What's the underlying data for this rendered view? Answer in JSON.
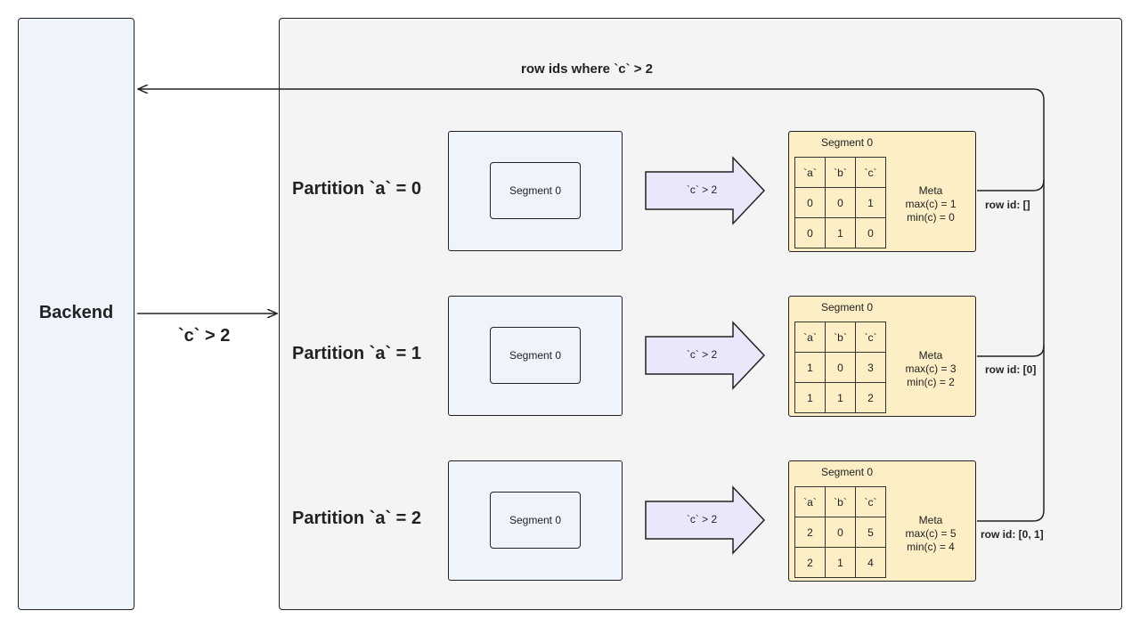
{
  "backend": {
    "label": "Backend"
  },
  "request": {
    "label": "`c` > 2"
  },
  "response": {
    "label": "row ids where `c` > 2"
  },
  "partitions": [
    {
      "label": "Partition `a` = 0",
      "segment_label": "Segment 0",
      "filter_label": "`c` > 2",
      "segment_title": "Segment 0",
      "table": {
        "headers": [
          "`a`",
          "`b`",
          "`c`"
        ],
        "rows": [
          [
            "0",
            "0",
            "1"
          ],
          [
            "0",
            "1",
            "0"
          ]
        ]
      },
      "meta": {
        "title": "Meta",
        "max": "max(c) = 1",
        "min": "min(c) = 0"
      },
      "row_ids": "row id: []"
    },
    {
      "label": "Partition `a` = 1",
      "segment_label": "Segment 0",
      "filter_label": "`c` > 2",
      "segment_title": "Segment 0",
      "table": {
        "headers": [
          "`a`",
          "`b`",
          "`c`"
        ],
        "rows": [
          [
            "1",
            "0",
            "3"
          ],
          [
            "1",
            "1",
            "2"
          ]
        ]
      },
      "meta": {
        "title": "Meta",
        "max": "max(c) = 3",
        "min": "min(c) = 2"
      },
      "row_ids": "row id: [0]"
    },
    {
      "label": "Partition `a` = 2",
      "segment_label": "Segment 0",
      "filter_label": "`c` > 2",
      "segment_title": "Segment 0",
      "table": {
        "headers": [
          "`a`",
          "`b`",
          "`c`"
        ],
        "rows": [
          [
            "2",
            "0",
            "5"
          ],
          [
            "2",
            "1",
            "4"
          ]
        ]
      },
      "meta": {
        "title": "Meta",
        "max": "max(c) = 5",
        "min": "min(c) = 4"
      },
      "row_ids": "row id: [0, 1]"
    }
  ],
  "colors": {
    "backend_fill": "#eef3fc",
    "container_fill": "#f4f4f4",
    "partition_fill": "#eef3fc",
    "segment_fill": "#fcefc6",
    "filter_arrow_fill": "#ece6fb",
    "meta_fill": "#d5d9f2",
    "stroke": "#222222"
  }
}
